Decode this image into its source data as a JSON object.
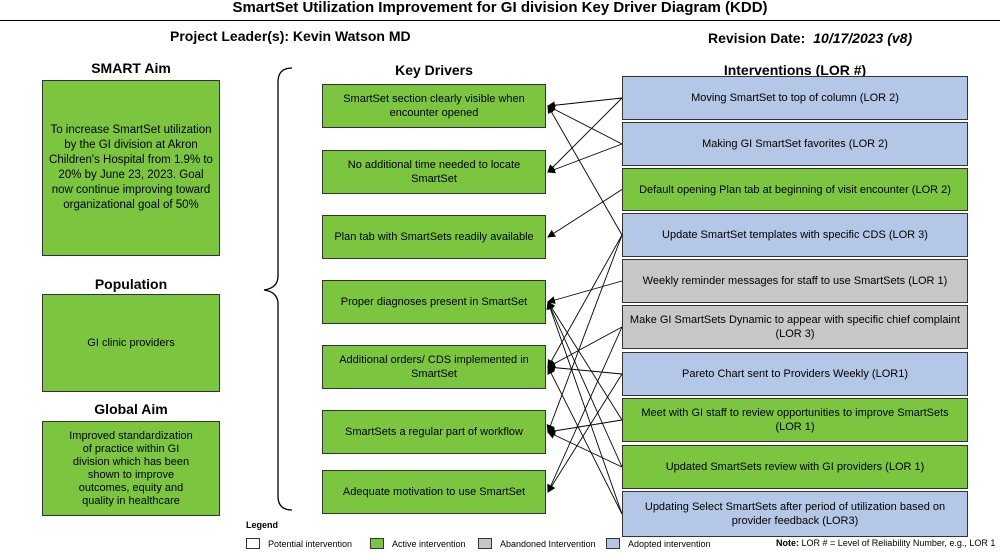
{
  "title": "SmartSet Utilization Improvement for GI division Key Driver Diagram (KDD)",
  "project_leader": "Project Leader(s): Kevin Watson MD",
  "revision_label": "Revision Date:",
  "revision_date": "10/17/2023 (v8)",
  "smart_aim": {
    "heading": "SMART Aim",
    "text": "To increase SmartSet utilization by the GI division at Akron Children's Hospital from 1.9% to 20% by June 23, 2023. Goal now continue improving toward organizational goal of 50%"
  },
  "population": {
    "heading": "Population",
    "text": "GI clinic providers"
  },
  "global_aim": {
    "heading": "Global Aim",
    "text": "Improved standardization of practice within GI division which has been shown to improve outcomes, equity and quality in healthcare"
  },
  "key_drivers_heading": "Key Drivers",
  "interventions_heading": "Interventions (LOR #)",
  "key_drivers": [
    "SmartSet section clearly visible when encounter opened",
    "No additional time needed to locate SmartSet",
    "Plan tab with SmartSets readily available",
    "Proper diagnoses present in SmartSet",
    "Additional orders/ CDS implemented in SmartSet",
    "SmartSets a regular part of workflow",
    "Adequate motivation to use SmartSet"
  ],
  "interventions": [
    {
      "text": "Moving SmartSet to top of column (LOR 2)",
      "status": "adopted"
    },
    {
      "text": "Making GI SmartSet favorites (LOR 2)",
      "status": "adopted"
    },
    {
      "text": "Default opening Plan tab at beginning of visit encounter (LOR 2)",
      "status": "active"
    },
    {
      "text": "Update SmartSet templates with specific CDS (LOR 3)",
      "status": "adopted"
    },
    {
      "text": "Weekly reminder messages for staff to use SmartSets (LOR 1)",
      "status": "abandoned"
    },
    {
      "text": "Make GI SmartSets Dynamic to appear with specific chief complaint (LOR 3)",
      "status": "abandoned"
    },
    {
      "text": "Pareto Chart sent to Providers Weekly (LOR1)",
      "status": "adopted"
    },
    {
      "text": "Meet with GI staff to review opportunities to improve SmartSets (LOR 1)",
      "status": "active"
    },
    {
      "text": "Updated SmartSets review with GI providers (LOR 1)",
      "status": "active"
    },
    {
      "text": "Updating Select SmartSets after period of utilization based on provider feedback (LOR3)",
      "status": "adopted"
    }
  ],
  "connections": [
    [
      0,
      0
    ],
    [
      0,
      1
    ],
    [
      1,
      0
    ],
    [
      1,
      1
    ],
    [
      2,
      2
    ],
    [
      3,
      0
    ],
    [
      3,
      4
    ],
    [
      3,
      5
    ],
    [
      4,
      3
    ],
    [
      5,
      4
    ],
    [
      5,
      6
    ],
    [
      6,
      4
    ],
    [
      6,
      6
    ],
    [
      7,
      3
    ],
    [
      7,
      5
    ],
    [
      8,
      3
    ],
    [
      8,
      5
    ],
    [
      9,
      3
    ],
    [
      9,
      4
    ]
  ],
  "legend": {
    "title": "Legend",
    "items": [
      {
        "label": "Potential intervention",
        "color": "#ffffff"
      },
      {
        "label": "Active intervention",
        "color": "#7cc63f"
      },
      {
        "label": "Abandoned Intervention",
        "color": "#c7c7c7"
      },
      {
        "label": "Adopted intervention",
        "color": "#b5c7e6"
      }
    ]
  },
  "note_label": "Note:",
  "note_text": "LOR # = Level of Reliability Number, e.g., LOR 1",
  "colors": {
    "active": "#7cc63f",
    "adopted": "#b5c7e6",
    "abandoned": "#c7c7c7",
    "potential": "#ffffff"
  }
}
